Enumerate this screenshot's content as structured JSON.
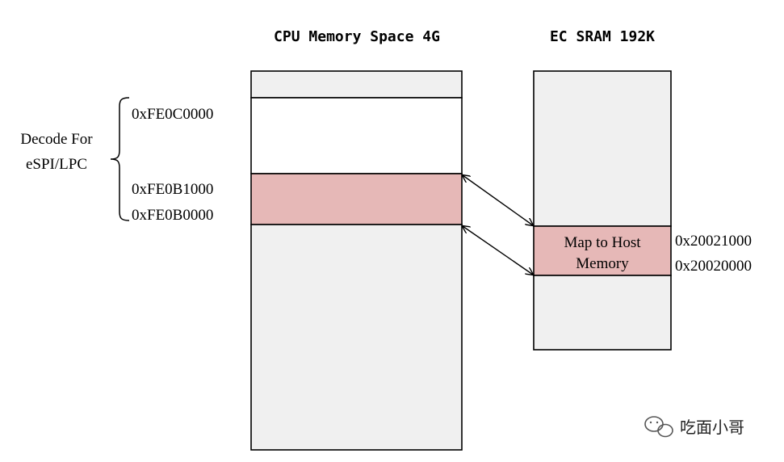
{
  "cpu_block": {
    "title": "CPU Memory Space 4G",
    "addr_top": "0xFE0C0000",
    "addr_mid": "0xFE0B1000",
    "addr_bottom": "0xFE0B0000"
  },
  "ec_block": {
    "title": "EC SRAM 192K",
    "map_label_line1": "Map to Host",
    "map_label_line2": "Memory",
    "addr_top": "0x20021000",
    "addr_bottom": "0x20020000"
  },
  "decode_label": {
    "line1": "Decode For",
    "line2": "eSPI/LPC"
  },
  "watermark": {
    "text": "吃面小哥",
    "icon": "wechat-icon"
  },
  "colors": {
    "block_fill": "#f0f0f0",
    "highlight_fill": "#e6b8b7",
    "white_fill": "#ffffff",
    "stroke": "#000000"
  }
}
